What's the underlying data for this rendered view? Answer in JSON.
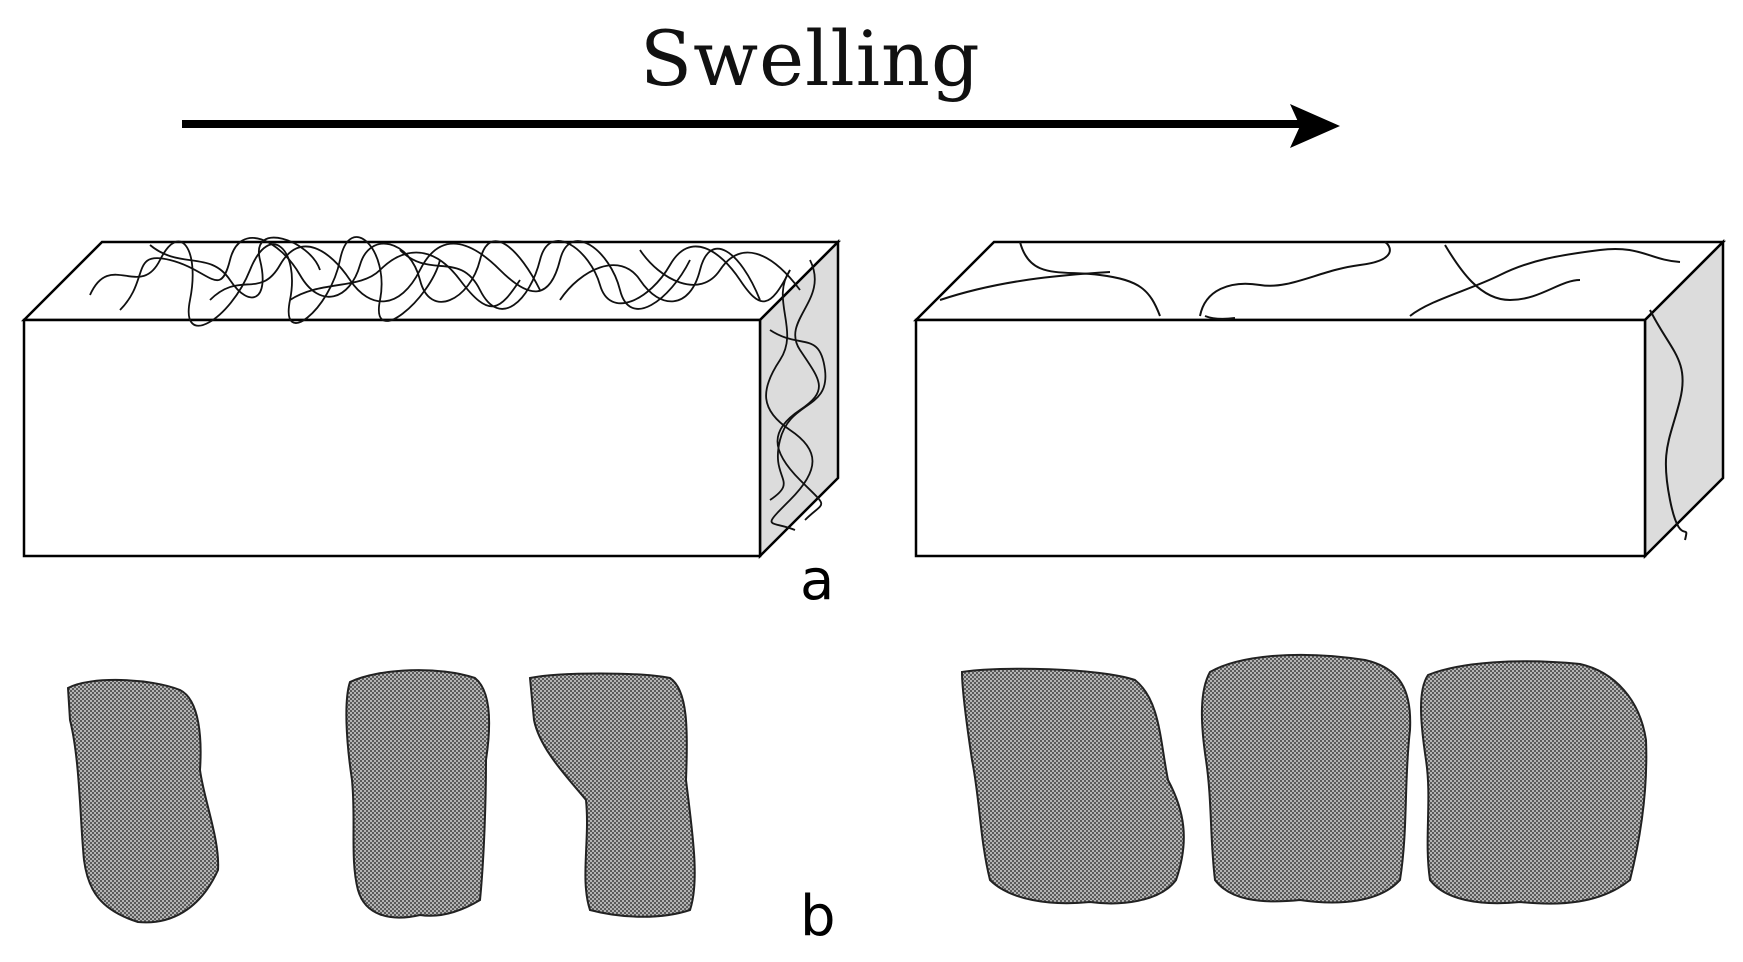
{
  "diagram": {
    "title": "Swelling",
    "panel_a_label": "a",
    "panel_b_label": "b"
  },
  "colors": {
    "face_shade": "#dcdcdc",
    "particle_fill": "#8f8f8f",
    "line": "#000000"
  }
}
